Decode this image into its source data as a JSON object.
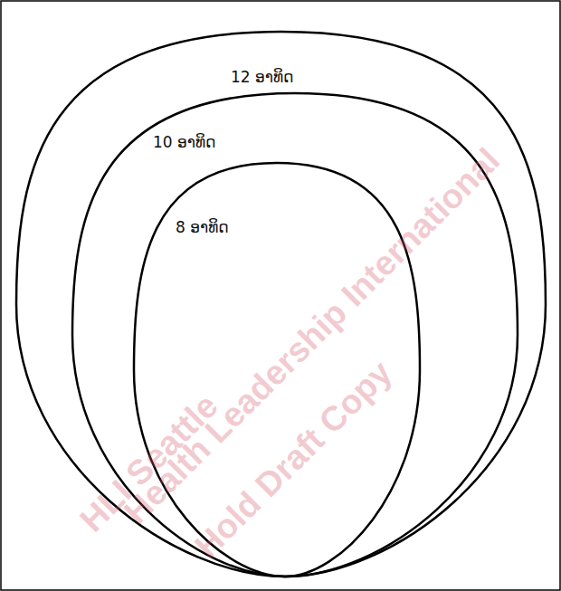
{
  "diagram": {
    "nodes": [
      {
        "text": [
          "12 ອາທິດ"
        ]
      },
      {
        "text": [
          "10 ອາທິດ"
        ],
        "in": 0
      },
      {
        "text": [
          "8 ອາທິດ"
        ],
        "in": 1
      }
    ],
    "labels": [
      "HLI Seattle",
      "Health Leadership International",
      "Hold Draft Copy"
    ]
  }
}
